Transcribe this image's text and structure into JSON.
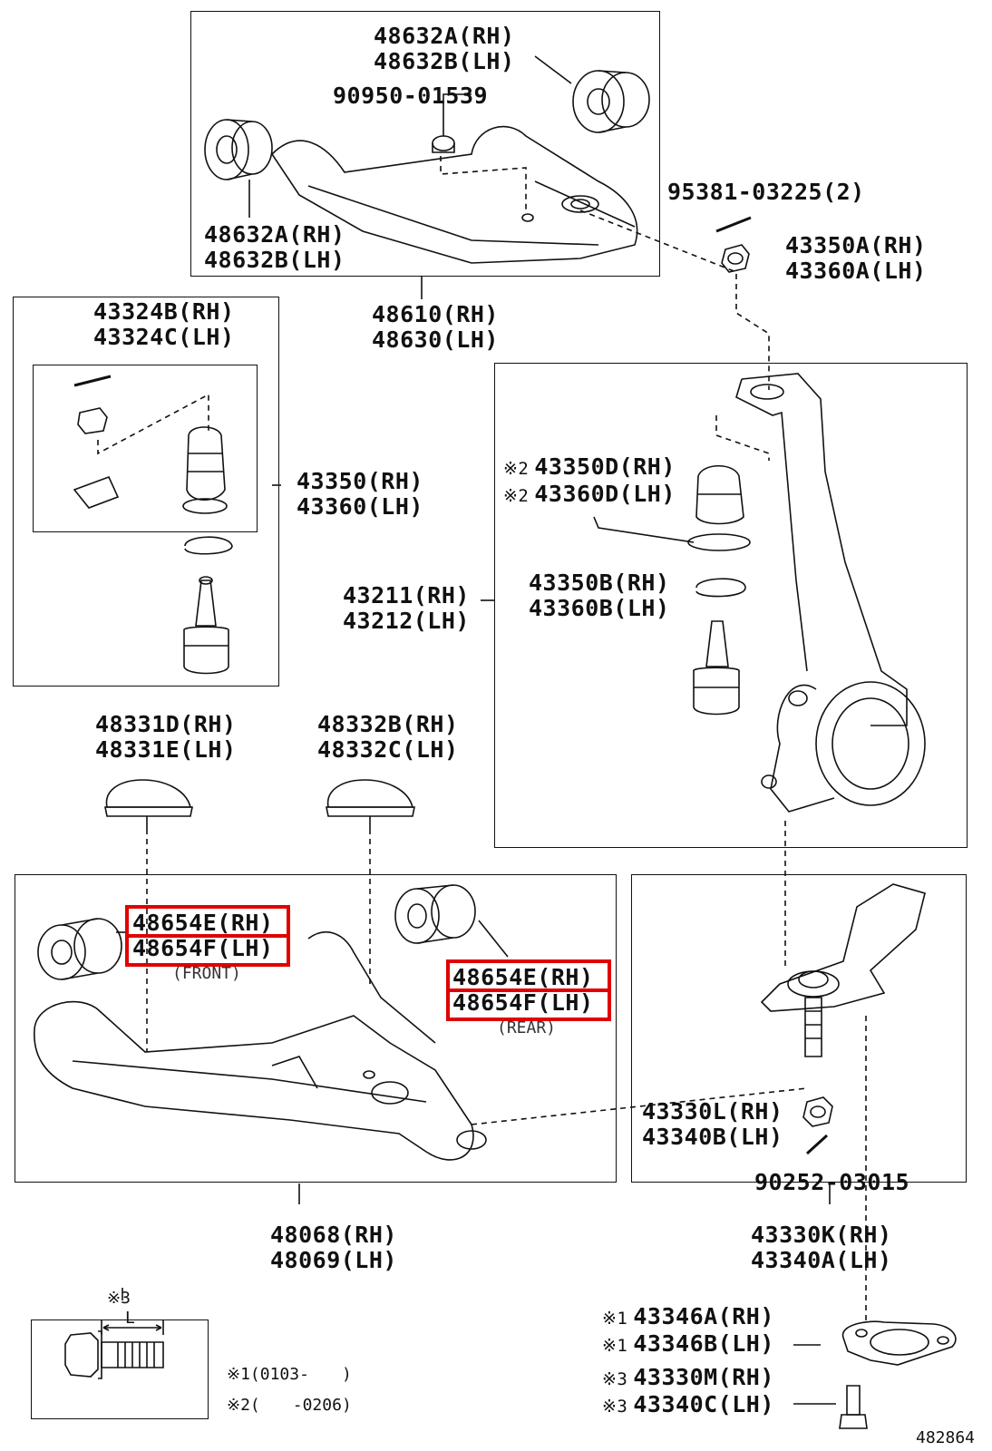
{
  "labels": {
    "uca_bushing_top": [
      "48632A(RH)",
      "48632B(LH)"
    ],
    "uca_bolt": "90950-01539",
    "uca_bushing_left": [
      "48632A(RH)",
      "48632B(LH)"
    ],
    "upper_arm": [
      "48610(RH)",
      "48630(LH)"
    ],
    "cotter_pin_upper": "95381-03225(2)",
    "nut_upper": [
      "43350A(RH)",
      "43360A(LH)"
    ],
    "balljoint_kit": [
      "43324B(RH)",
      "43324C(LH)"
    ],
    "upper_balljoint": [
      "43350(RH)",
      "43360(LH)"
    ],
    "knuckle": [
      "43211(RH)",
      "43212(LH)"
    ],
    "boot_d": [
      "43350D(RH)",
      "43360D(LH)"
    ],
    "boot_d_marks": [
      "※2",
      "※2"
    ],
    "ring_b": [
      "43350B(RH)",
      "43360B(LH)"
    ],
    "bumper_d": [
      "48331D(RH)",
      "48331E(LH)"
    ],
    "bumper_b": [
      "48332B(RH)",
      "48332C(LH)"
    ],
    "lca_bush_front": [
      "48654E(RH)",
      "48654F(LH)"
    ],
    "lca_bush_front_note": "(FRONT)",
    "lca_bush_rear": [
      "48654E(RH)",
      "48654F(LH)"
    ],
    "lca_bush_rear_note": "(REAR)",
    "lower_arm": [
      "48068(RH)",
      "48069(LH)"
    ],
    "nut_lower": [
      "43330L(RH)",
      "43340B(LH)"
    ],
    "cotter_pin_lower": "90252-03015",
    "lower_balljoint": [
      "43330K(RH)",
      "43340A(LH)"
    ],
    "dust_cover": [
      "43346A(RH)",
      "43346B(LH)"
    ],
    "dust_cover_marks": [
      "※1",
      "※1"
    ],
    "bolt": [
      "43330M(RH)",
      "43340C(LH)"
    ],
    "bolt_marks": [
      "※3",
      "※3"
    ],
    "inset_mark": "※3",
    "inset_dim": "L",
    "note1": "※1(0103-　　)",
    "note2": "※2(　　-0206)",
    "diagram_id": "482864"
  },
  "colors": {
    "highlight": "#e00000",
    "line": "#111111"
  }
}
